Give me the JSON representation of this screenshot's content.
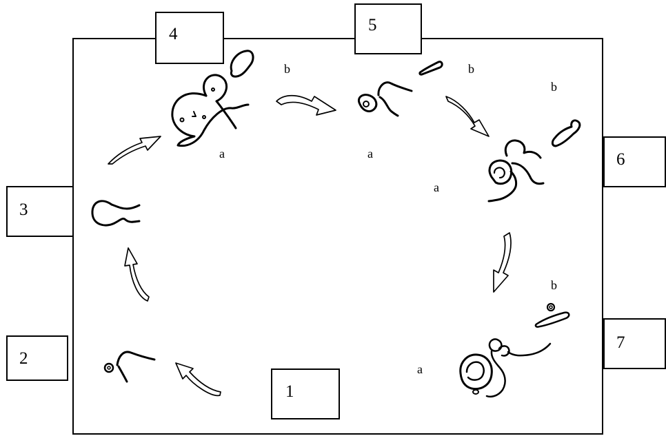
{
  "stages": {
    "s1": "1",
    "s2": "2",
    "s3": "3",
    "s4": "4",
    "s5": "5",
    "s6": "6",
    "s7": "7"
  },
  "parts": {
    "a": "a",
    "b": "b"
  },
  "colors": {
    "ink": "#000000",
    "paper": "#ffffff"
  },
  "icons": {
    "arrow": "hollow-curved-arrow",
    "organism": "freehand-outline-sketch"
  }
}
